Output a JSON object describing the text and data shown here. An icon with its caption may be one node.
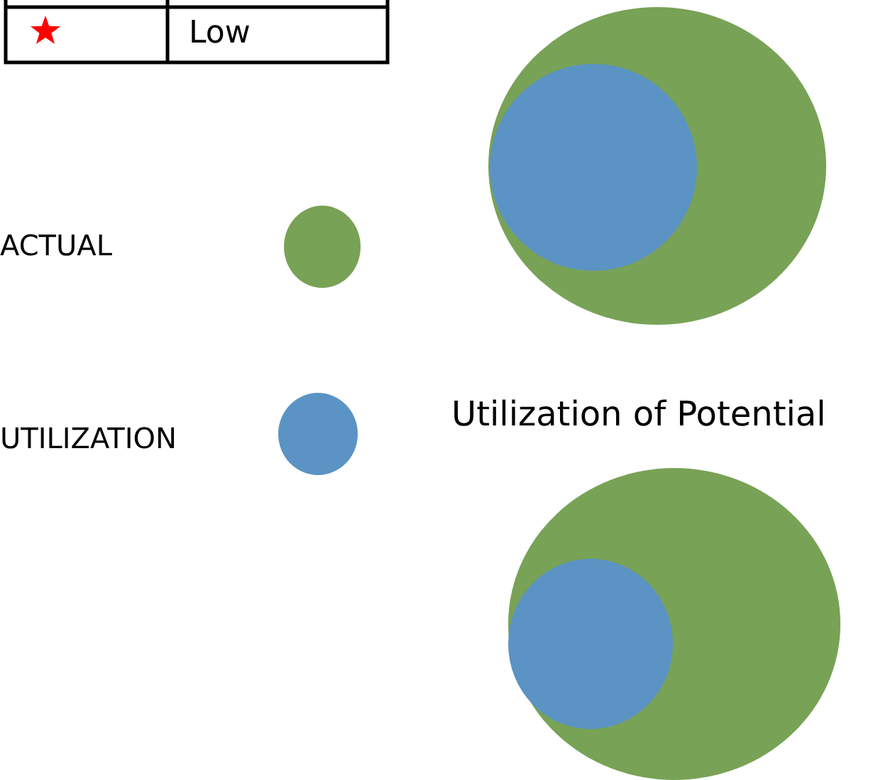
{
  "diagram": {
    "labels": [
      "Low",
      "Utilization of Potential"
    ],
    "legend": [
      {
        "text": "ACTUAL",
        "color": "#78a256"
      },
      {
        "text": "UTILIZATION",
        "color": "#5b93c4"
      }
    ]
  }
}
